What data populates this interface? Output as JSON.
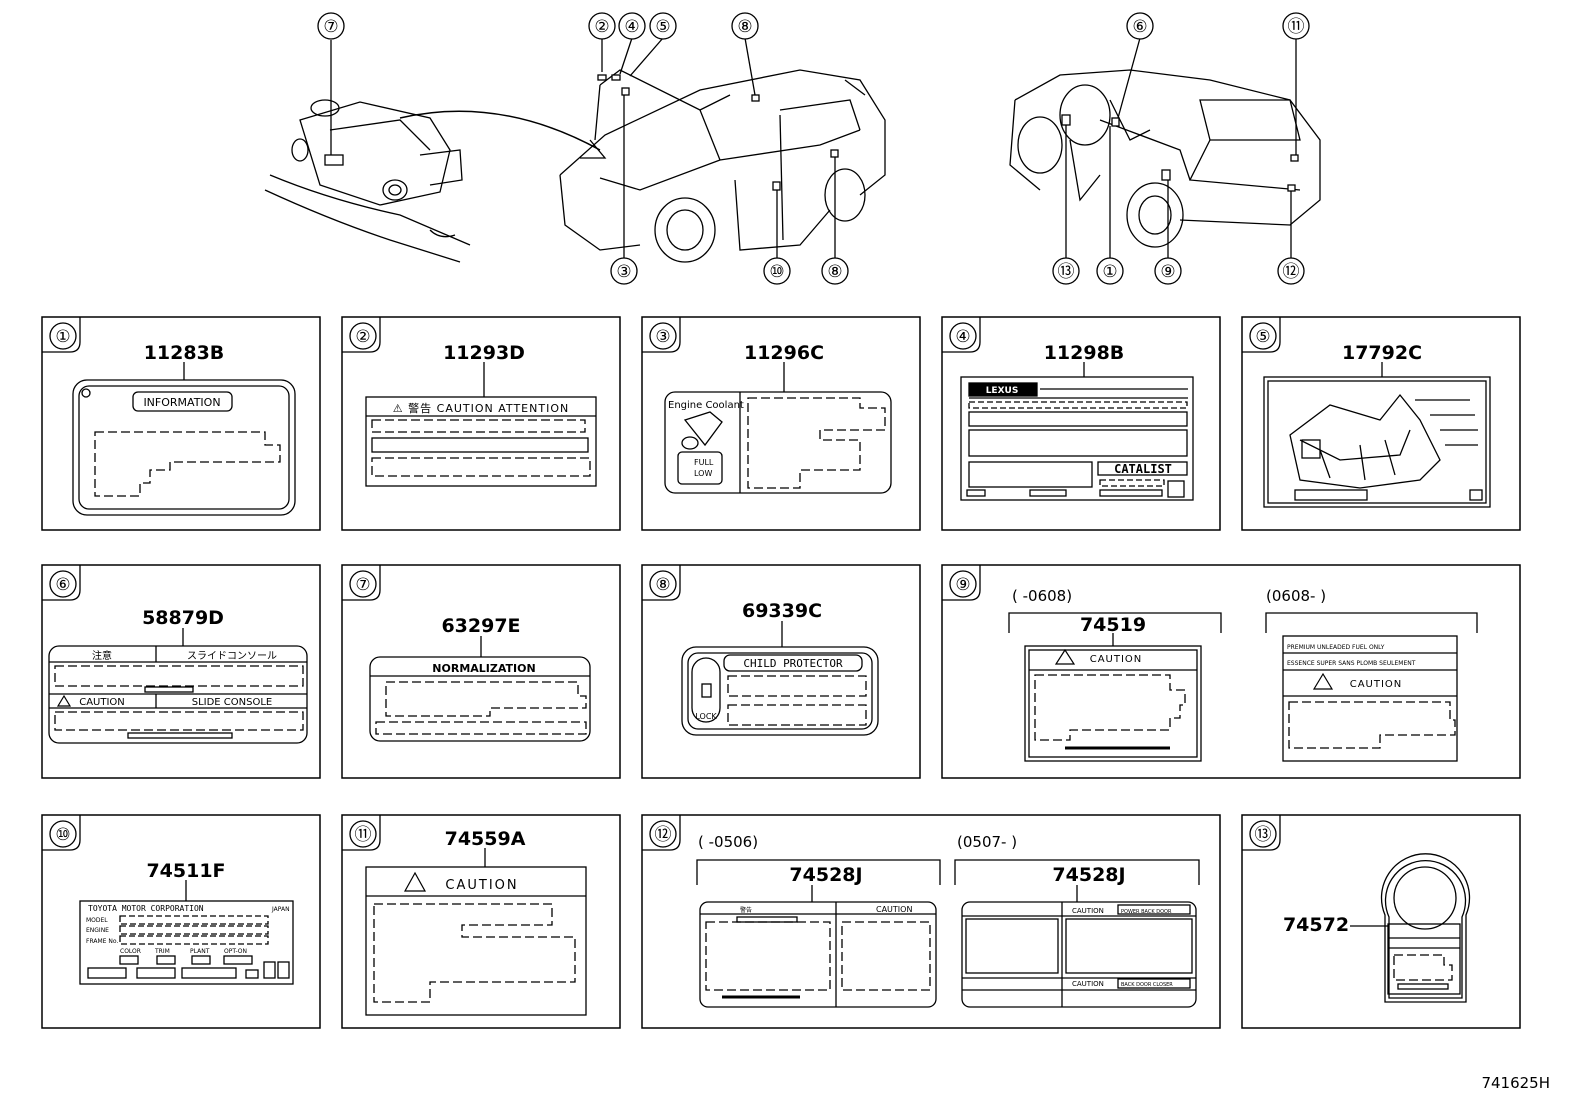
{
  "callouts": {
    "top_left": "⑦",
    "front_2": "②",
    "front_4": "④",
    "front_5": "⑤",
    "front_8_top": "⑧",
    "front_3": "③",
    "front_10": "⑩",
    "front_8_bottom": "⑧",
    "rear_6": "⑥",
    "rear_11": "⑪",
    "rear_13": "⑬",
    "rear_1": "①",
    "rear_9": "⑨",
    "rear_12": "⑫"
  },
  "panels": [
    {
      "num": "①",
      "part": "11283B",
      "texts": [
        "INFORMATION"
      ]
    },
    {
      "num": "②",
      "part": "11293D",
      "texts": [
        "⚠ 警告 CAUTION ATTENTION"
      ]
    },
    {
      "num": "③",
      "part": "11296C",
      "texts": [
        "Engine Coolant",
        "FULL",
        "LOW"
      ]
    },
    {
      "num": "④",
      "part": "11298B",
      "texts": [
        "LEXUS",
        "CATALIST"
      ]
    },
    {
      "num": "⑤",
      "part": "17792C",
      "texts": []
    },
    {
      "num": "⑥",
      "part": "58879D",
      "texts": [
        "注意",
        "スライドコンソール",
        "CAUTION",
        "SLIDE CONSOLE"
      ]
    },
    {
      "num": "⑦",
      "part": "63297E",
      "texts": [
        "NORMALIZATION"
      ]
    },
    {
      "num": "⑧",
      "part": "69339C",
      "texts": [
        "CHILD PROTECTOR",
        "LOCK"
      ]
    },
    {
      "num": "⑨",
      "part": "74519",
      "date_left": "(    -0608)",
      "date_right": "(0608-     )",
      "texts": [
        "CAUTION",
        "PREMIUM UNLEADED FUEL ONLY",
        "ESSENCE SUPER SANS PLOMB SEULEMENT",
        "CAUTION"
      ]
    },
    {
      "num": "⑩",
      "part": "74511F",
      "texts": [
        "TOYOTA MOTOR CORPORATION",
        "JAPAN",
        "MODEL",
        "ENGINE",
        "FRAME No.",
        "COLOR",
        "TRIM",
        "PLANT",
        "OPT-ON"
      ]
    },
    {
      "num": "⑪",
      "part": "74559A",
      "texts": [
        "CAUTION"
      ]
    },
    {
      "num": "⑫",
      "part": "74528J",
      "part2": "74528J",
      "date_left": "(    -0506)",
      "date_right": "(0507-     )",
      "texts": [
        "警告",
        "CAUTION",
        "CAUTION",
        "POWER BACK DOOR",
        "CAUTION",
        "BACK DOOR CLOSER"
      ]
    },
    {
      "num": "⑬",
      "part": "74572",
      "texts": []
    }
  ],
  "figure_ref": "741625H"
}
